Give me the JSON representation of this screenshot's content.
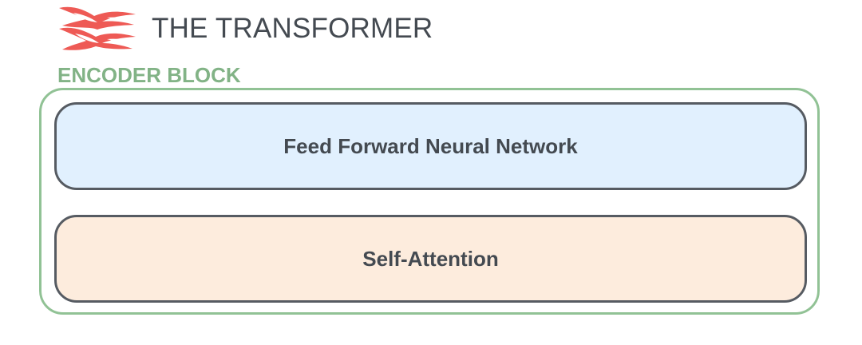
{
  "header": {
    "logo_icon": "flame-logo-icon",
    "title": "THE TRANSFORMER"
  },
  "encoder": {
    "label": "ENCODER BLOCK",
    "layers": [
      {
        "label": "Feed Forward Neural Network",
        "fill": "#e1f0fe"
      },
      {
        "label": "Self-Attention",
        "fill": "#fdecdd"
      }
    ]
  },
  "colors": {
    "logo": "#ee5a55",
    "title_text": "#444a51",
    "encoder_accent": "#82b386",
    "encoder_frame": "#91c295",
    "layer_border": "#565b62"
  }
}
